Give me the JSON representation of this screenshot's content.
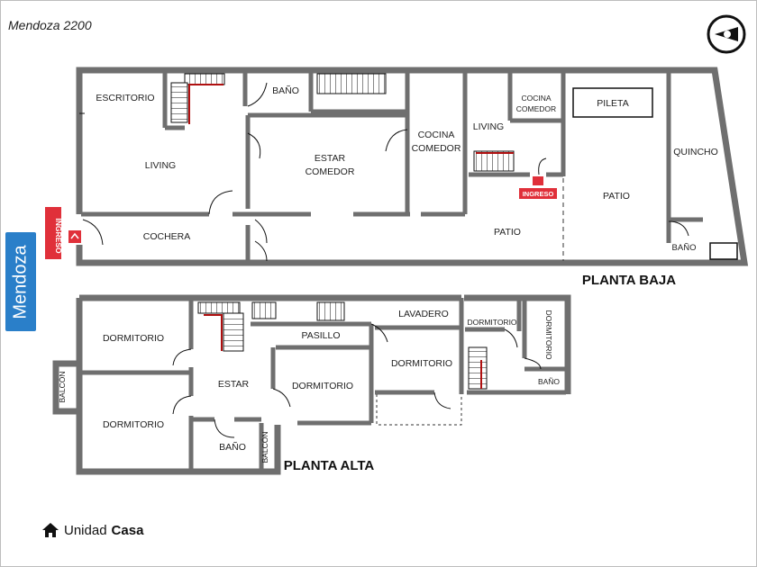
{
  "address": "Mendoza 2200",
  "street_name": "Mendoza",
  "footer": {
    "prefix": "Unidad",
    "type": "Casa"
  },
  "colors": {
    "wall": "#6f6f6f",
    "stairs_rail": "#b01010",
    "entry_badge": "#e0303a",
    "street_sign": "#2a7fc9"
  },
  "icons": {
    "compass": "north-compass-icon",
    "home": "house-icon"
  },
  "planta_baja": {
    "title": "PLANTA BAJA",
    "rooms": {
      "escritorio": "ESCRITORIO",
      "bano": "BAÑO",
      "living": "LIVING",
      "estar": "ESTAR",
      "comedor": "COMEDOR",
      "cocina": "COCINA",
      "cocina_comedor_comedor": "COMEDOR",
      "cochera": "COCHERA",
      "patio": "PATIO",
      "living2": "LIVING",
      "cocina2": "COCINA",
      "comedor2": "COMEDOR",
      "pileta": "PILETA",
      "patio2": "PATIO",
      "quincho": "QUINCHO",
      "bano2": "BAÑO"
    },
    "entries": {
      "main": "INGRESO",
      "second": "INGRESO"
    }
  },
  "planta_alta": {
    "title": "PLANTA ALTA",
    "rooms": {
      "dormitorio1": "DORMITORIO",
      "dormitorio2": "DORMITORIO",
      "balcon1": "BALCÓN",
      "estar": "ESTAR",
      "bano": "BAÑO",
      "balcon2": "BALCÓN",
      "pasillo": "PASILLO",
      "dormitorio3": "DORMITORIO",
      "lavadero": "LAVADERO",
      "dormitorio4": "DORMITORIO",
      "dormitorio5": "DORMITORIO",
      "dormitorio6": "DORMITORIO",
      "bano2": "BAÑO"
    }
  }
}
